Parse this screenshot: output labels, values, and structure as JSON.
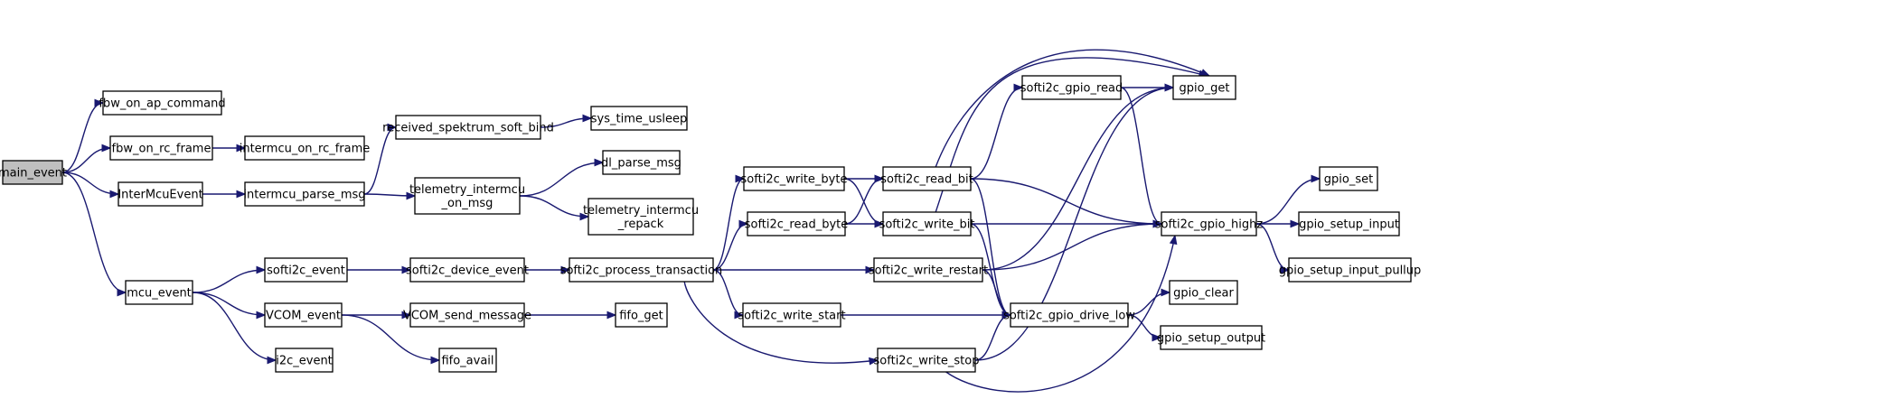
{
  "graph": {
    "nodes": [
      {
        "id": "main_event",
        "lines": [
          "main_event"
        ],
        "root": true
      },
      {
        "id": "fbw_on_ap_command",
        "lines": [
          "fbw_on_ap_command"
        ]
      },
      {
        "id": "fbw_on_rc_frame",
        "lines": [
          "fbw_on_rc_frame"
        ]
      },
      {
        "id": "intermcu_on_rc_frame",
        "lines": [
          "intermcu_on_rc_frame"
        ]
      },
      {
        "id": "InterMcuEvent",
        "lines": [
          "InterMcuEvent"
        ]
      },
      {
        "id": "intermcu_parse_msg",
        "lines": [
          "intermcu_parse_msg"
        ]
      },
      {
        "id": "received_spektrum_soft_bind",
        "lines": [
          "received_spektrum_soft_bind"
        ]
      },
      {
        "id": "sys_time_usleep",
        "lines": [
          "sys_time_usleep"
        ]
      },
      {
        "id": "telemetry_intermcu_on_msg",
        "lines": [
          "telemetry_intermcu",
          "_on_msg"
        ]
      },
      {
        "id": "dl_parse_msg",
        "lines": [
          "dl_parse_msg"
        ]
      },
      {
        "id": "telemetry_intermcu_repack",
        "lines": [
          "telemetry_intermcu",
          "_repack"
        ]
      },
      {
        "id": "mcu_event",
        "lines": [
          "mcu_event"
        ]
      },
      {
        "id": "softi2c_event",
        "lines": [
          "softi2c_event"
        ]
      },
      {
        "id": "softi2c_device_event",
        "lines": [
          "softi2c_device_event"
        ]
      },
      {
        "id": "softi2c_process_transaction",
        "lines": [
          "softi2c_process_transaction"
        ]
      },
      {
        "id": "VCOM_event",
        "lines": [
          "VCOM_event"
        ]
      },
      {
        "id": "VCOM_send_message",
        "lines": [
          "VCOM_send_message"
        ]
      },
      {
        "id": "fifo_get",
        "lines": [
          "fifo_get"
        ]
      },
      {
        "id": "fifo_avail",
        "lines": [
          "fifo_avail"
        ]
      },
      {
        "id": "i2c_event",
        "lines": [
          "i2c_event"
        ]
      },
      {
        "id": "softi2c_write_byte",
        "lines": [
          "softi2c_write_byte"
        ]
      },
      {
        "id": "softi2c_read_byte",
        "lines": [
          "softi2c_read_byte"
        ]
      },
      {
        "id": "softi2c_write_start",
        "lines": [
          "softi2c_write_start"
        ]
      },
      {
        "id": "softi2c_write_stop",
        "lines": [
          "softi2c_write_stop"
        ]
      },
      {
        "id": "softi2c_write_restart",
        "lines": [
          "softi2c_write_restart"
        ]
      },
      {
        "id": "softi2c_read_bit",
        "lines": [
          "softi2c_read_bit"
        ]
      },
      {
        "id": "softi2c_write_bit",
        "lines": [
          "softi2c_write_bit"
        ]
      },
      {
        "id": "softi2c_gpio_read",
        "lines": [
          "softi2c_gpio_read"
        ]
      },
      {
        "id": "gpio_get",
        "lines": [
          "gpio_get"
        ]
      },
      {
        "id": "softi2c_gpio_highz",
        "lines": [
          "softi2c_gpio_highz"
        ]
      },
      {
        "id": "softi2c_gpio_drive_low",
        "lines": [
          "softi2c_gpio_drive_low"
        ]
      },
      {
        "id": "gpio_set",
        "lines": [
          "gpio_set"
        ]
      },
      {
        "id": "gpio_setup_input",
        "lines": [
          "gpio_setup_input"
        ]
      },
      {
        "id": "gpio_setup_input_pullup",
        "lines": [
          "gpio_setup_input_pullup"
        ]
      },
      {
        "id": "gpio_clear",
        "lines": [
          "gpio_clear"
        ]
      },
      {
        "id": "gpio_setup_output",
        "lines": [
          "gpio_setup_output"
        ]
      }
    ],
    "edges": [
      {
        "from": "main_event",
        "to": "fbw_on_ap_command"
      },
      {
        "from": "main_event",
        "to": "fbw_on_rc_frame"
      },
      {
        "from": "main_event",
        "to": "InterMcuEvent"
      },
      {
        "from": "main_event",
        "to": "mcu_event"
      },
      {
        "from": "fbw_on_rc_frame",
        "to": "intermcu_on_rc_frame"
      },
      {
        "from": "InterMcuEvent",
        "to": "intermcu_parse_msg"
      },
      {
        "from": "intermcu_parse_msg",
        "to": "received_spektrum_soft_bind"
      },
      {
        "from": "intermcu_parse_msg",
        "to": "telemetry_intermcu_on_msg"
      },
      {
        "from": "received_spektrum_soft_bind",
        "to": "sys_time_usleep"
      },
      {
        "from": "telemetry_intermcu_on_msg",
        "to": "dl_parse_msg"
      },
      {
        "from": "telemetry_intermcu_on_msg",
        "to": "telemetry_intermcu_repack"
      },
      {
        "from": "mcu_event",
        "to": "softi2c_event"
      },
      {
        "from": "mcu_event",
        "to": "VCOM_event"
      },
      {
        "from": "mcu_event",
        "to": "i2c_event"
      },
      {
        "from": "softi2c_event",
        "to": "softi2c_device_event"
      },
      {
        "from": "softi2c_device_event",
        "to": "softi2c_process_transaction"
      },
      {
        "from": "VCOM_event",
        "to": "VCOM_send_message"
      },
      {
        "from": "VCOM_event",
        "to": "fifo_avail"
      },
      {
        "from": "VCOM_send_message",
        "to": "fifo_get"
      },
      {
        "from": "softi2c_process_transaction",
        "to": "softi2c_write_byte"
      },
      {
        "from": "softi2c_process_transaction",
        "to": "softi2c_read_byte"
      },
      {
        "from": "softi2c_process_transaction",
        "to": "softi2c_write_restart"
      },
      {
        "from": "softi2c_process_transaction",
        "to": "softi2c_write_start"
      },
      {
        "from": "softi2c_process_transaction",
        "to": "softi2c_write_stop"
      },
      {
        "from": "softi2c_write_byte",
        "to": "softi2c_read_bit"
      },
      {
        "from": "softi2c_write_byte",
        "to": "softi2c_write_bit"
      },
      {
        "from": "softi2c_read_byte",
        "to": "softi2c_read_bit"
      },
      {
        "from": "softi2c_read_byte",
        "to": "softi2c_write_bit"
      },
      {
        "from": "softi2c_read_bit",
        "to": "softi2c_gpio_read"
      },
      {
        "from": "softi2c_read_bit",
        "to": "gpio_get"
      },
      {
        "from": "softi2c_read_bit",
        "to": "softi2c_gpio_highz"
      },
      {
        "from": "softi2c_read_bit",
        "to": "softi2c_gpio_drive_low"
      },
      {
        "from": "softi2c_write_bit",
        "to": "gpio_get"
      },
      {
        "from": "softi2c_write_bit",
        "to": "softi2c_gpio_highz"
      },
      {
        "from": "softi2c_write_bit",
        "to": "softi2c_gpio_drive_low"
      },
      {
        "from": "softi2c_gpio_read",
        "to": "gpio_get"
      },
      {
        "from": "softi2c_gpio_read",
        "to": "softi2c_gpio_highz"
      },
      {
        "from": "softi2c_write_restart",
        "to": "gpio_get"
      },
      {
        "from": "softi2c_write_restart",
        "to": "softi2c_gpio_highz"
      },
      {
        "from": "softi2c_write_restart",
        "to": "softi2c_gpio_drive_low"
      },
      {
        "from": "softi2c_write_start",
        "to": "softi2c_gpio_drive_low"
      },
      {
        "from": "softi2c_write_stop",
        "to": "softi2c_gpio_drive_low"
      },
      {
        "from": "softi2c_write_stop",
        "to": "gpio_get"
      },
      {
        "from": "softi2c_write_stop",
        "to": "softi2c_gpio_highz"
      },
      {
        "from": "softi2c_gpio_highz",
        "to": "gpio_set"
      },
      {
        "from": "softi2c_gpio_highz",
        "to": "gpio_setup_input"
      },
      {
        "from": "softi2c_gpio_highz",
        "to": "gpio_setup_input_pullup"
      },
      {
        "from": "softi2c_gpio_drive_low",
        "to": "gpio_clear"
      },
      {
        "from": "softi2c_gpio_drive_low",
        "to": "gpio_setup_output"
      }
    ]
  }
}
